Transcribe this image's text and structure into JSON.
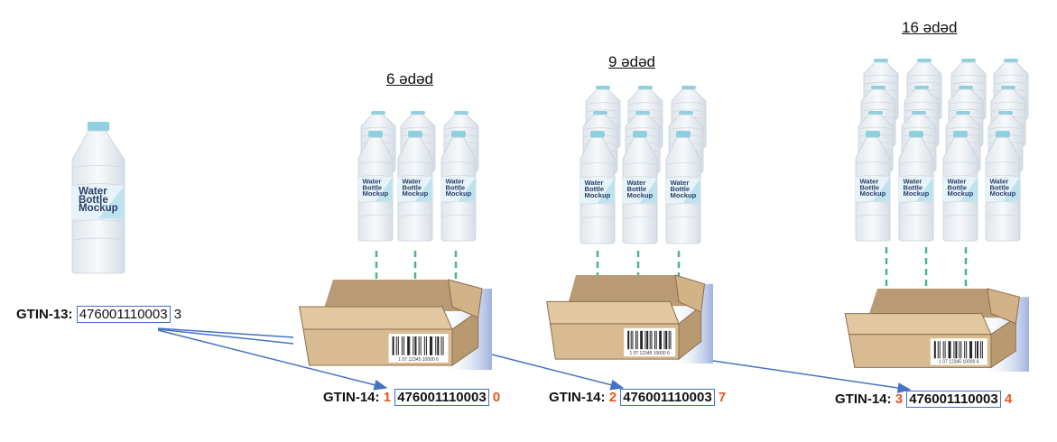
{
  "single_unit": {
    "label": "GTIN-13:",
    "base": "476001110003",
    "check_digit": "3",
    "bottle_text": "Water Bottle Mockup"
  },
  "packages": [
    {
      "quantity_label": "6 ədəd",
      "count": 6,
      "gtin_label": "GTIN-14:",
      "indicator": "1",
      "base": "476001110003",
      "check_digit": "0"
    },
    {
      "quantity_label": "9 ədəd",
      "count": 9,
      "gtin_label": "GTIN-14:",
      "indicator": "2",
      "base": "476001110003",
      "check_digit": "7"
    },
    {
      "quantity_label": "16 ədəd",
      "count": 16,
      "gtin_label": "GTIN-14:",
      "indicator": "3",
      "base": "476001110003",
      "check_digit": "4"
    }
  ],
  "barcode_text": "1 07 12345 10000 6",
  "colors": {
    "arrow": "#4472c4",
    "accent": "#e8541c",
    "dash": "#4db38a",
    "box": "#d8b98f"
  }
}
